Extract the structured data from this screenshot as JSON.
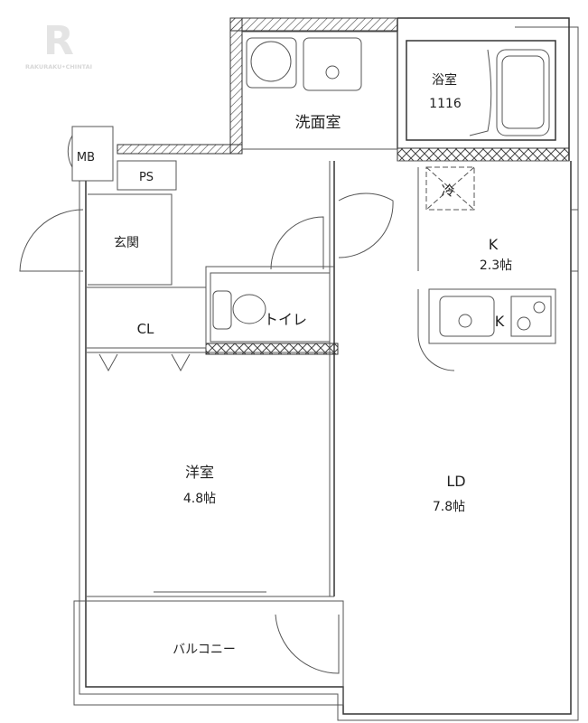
{
  "logo": {
    "text": "RAKURAKU•CHINTAI",
    "mark": "R"
  },
  "rooms": {
    "washroom": "洗面室",
    "bath": "浴室",
    "bath_size": "1116",
    "mb": "MB",
    "ps": "PS",
    "entrance": "玄関",
    "kitchen": "K",
    "kitchen_size": "2.3帖",
    "fridge": "冷",
    "toilet": "トイレ",
    "stove": "K",
    "closet": "CL",
    "western": "洋室",
    "western_size": "4.8帖",
    "ld": "LD",
    "ld_size": "7.8帖",
    "balcony": "バルコニー"
  }
}
